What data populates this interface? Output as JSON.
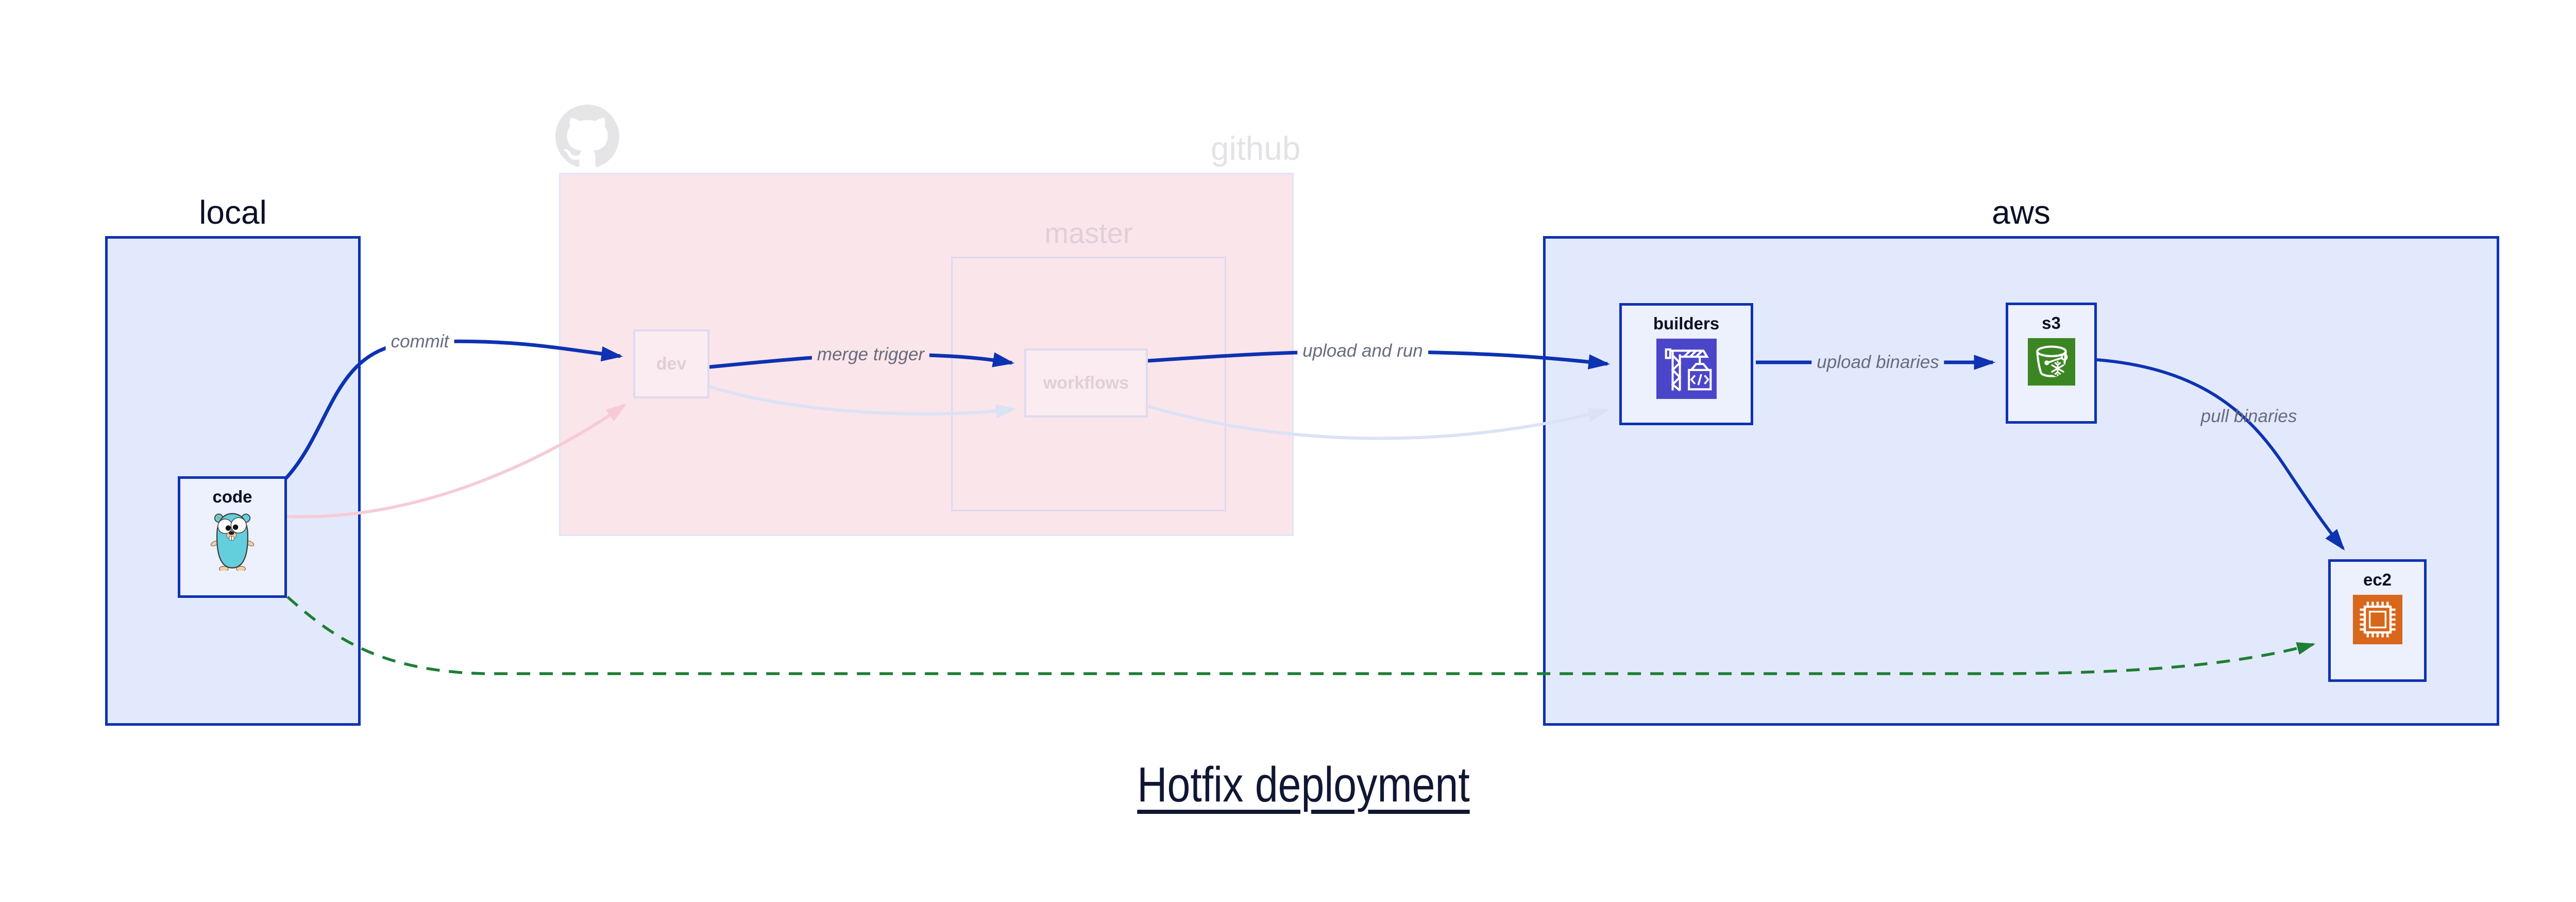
{
  "title": {
    "text": "Hotfix deployment"
  },
  "regions": {
    "local": {
      "label": "local"
    },
    "github": {
      "label": "github"
    },
    "master": {
      "label": "master"
    },
    "aws": {
      "label": "aws"
    }
  },
  "nodes": {
    "code": {
      "label": "code",
      "icon": "go-gopher-icon"
    },
    "dev": {
      "label": "dev"
    },
    "workflows": {
      "label": "workflows"
    },
    "builders": {
      "label": "builders",
      "icon": "aws-codebuild-icon"
    },
    "s3": {
      "label": "s3",
      "icon": "aws-s3-icon"
    },
    "ec2": {
      "label": "ec2",
      "icon": "aws-ec2-icon"
    }
  },
  "edges": {
    "commit": {
      "label": "commit",
      "style": "solid-blue",
      "from": "code",
      "to": "dev"
    },
    "merge_trigger": {
      "label": "merge trigger",
      "style": "solid-blue",
      "from": "dev",
      "to": "workflows"
    },
    "upload_and_run": {
      "label": "upload and run",
      "style": "solid-blue",
      "from": "workflows",
      "to": "builders"
    },
    "upload_binaries": {
      "label": "upload binaries",
      "style": "solid-blue",
      "from": "builders",
      "to": "s3"
    },
    "pull_binaries": {
      "label": "pull binaries",
      "style": "solid-blue",
      "from": "s3",
      "to": "ec2"
    },
    "code_to_dev_faded": {
      "label": "",
      "style": "faded-pink",
      "from": "code",
      "to": "dev"
    },
    "dev_to_workflows_faded": {
      "label": "",
      "style": "faded-lavender",
      "from": "dev",
      "to": "workflows"
    },
    "workflows_to_builders_faded": {
      "label": "",
      "style": "faded-lavender",
      "from": "workflows",
      "to": "builders"
    },
    "hotfix_direct": {
      "label": "",
      "style": "dashed-green",
      "from": "code",
      "to": "ec2"
    }
  },
  "colors": {
    "primary_blue": "#0D32B2",
    "container_fill": "#E3E9FD",
    "node_fill": "#EDF0FD",
    "text_dark": "#0A0F25",
    "edge_label_grey": "#676C7E",
    "github_region_fill": "#FAE5EA",
    "github_region_border": "#DFE6FA",
    "faded_border": "#DFD9EE",
    "faded_text": "#E0CED8",
    "faded_pink_edge": "#F6CBD7",
    "faded_lavender_edge": "#DCE2F6",
    "hotfix_green": "#1E7E35",
    "github_logo_grey": "#E5E5E8",
    "codebuild_purple": "#4B46C9",
    "s3_green": "#3B8623",
    "ec2_orange": "#D9671B",
    "gopher_teal": "#63CFDC"
  }
}
